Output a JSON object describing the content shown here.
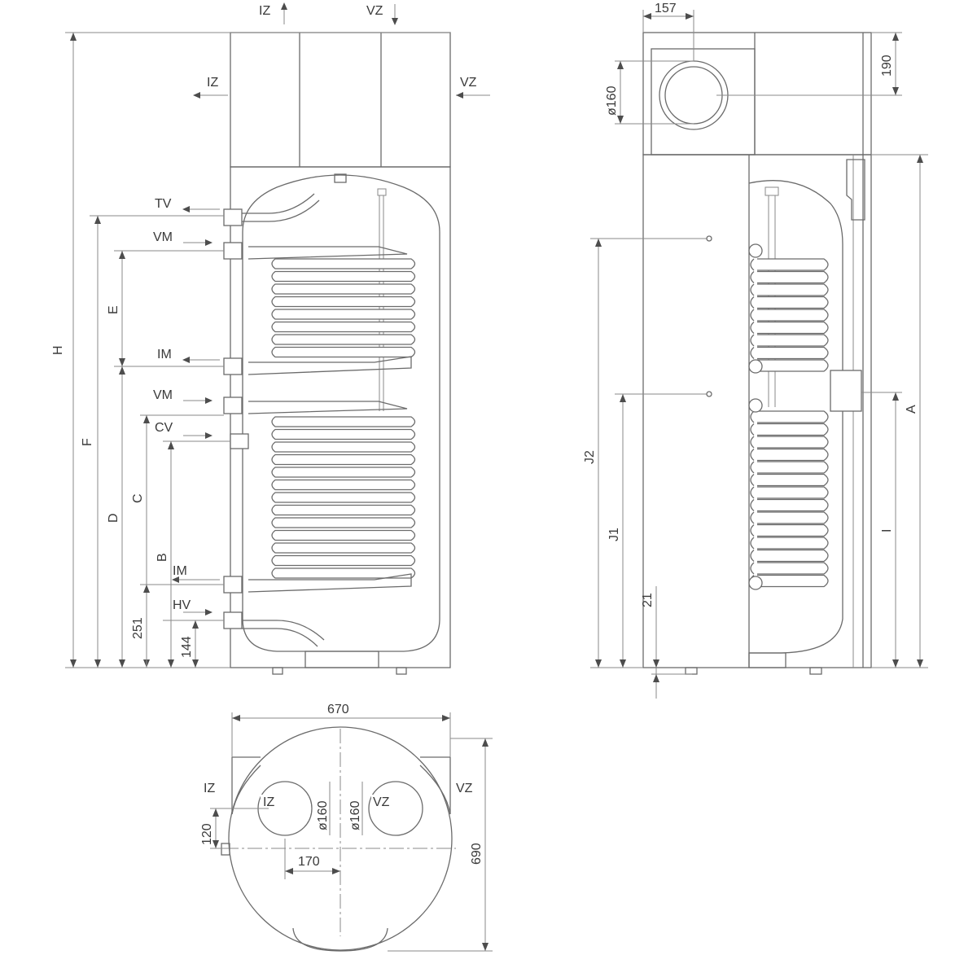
{
  "dimensions": {
    "d670": "670",
    "d690": "690",
    "d170": "170",
    "d120": "120",
    "d157": "157",
    "d190": "190",
    "d21": "21",
    "d251": "251",
    "d144": "144",
    "dia160": "ø160"
  },
  "letters": {
    "H": "H",
    "F": "F",
    "D": "D",
    "C": "C",
    "B": "B",
    "E": "E",
    "A": "A",
    "I": "I",
    "J1": "J1",
    "J2": "J2"
  },
  "connections": {
    "iz": "IZ",
    "vz": "VZ",
    "tv": "TV",
    "vm": "VM",
    "im": "IM",
    "cv": "CV",
    "hv": "HV"
  }
}
